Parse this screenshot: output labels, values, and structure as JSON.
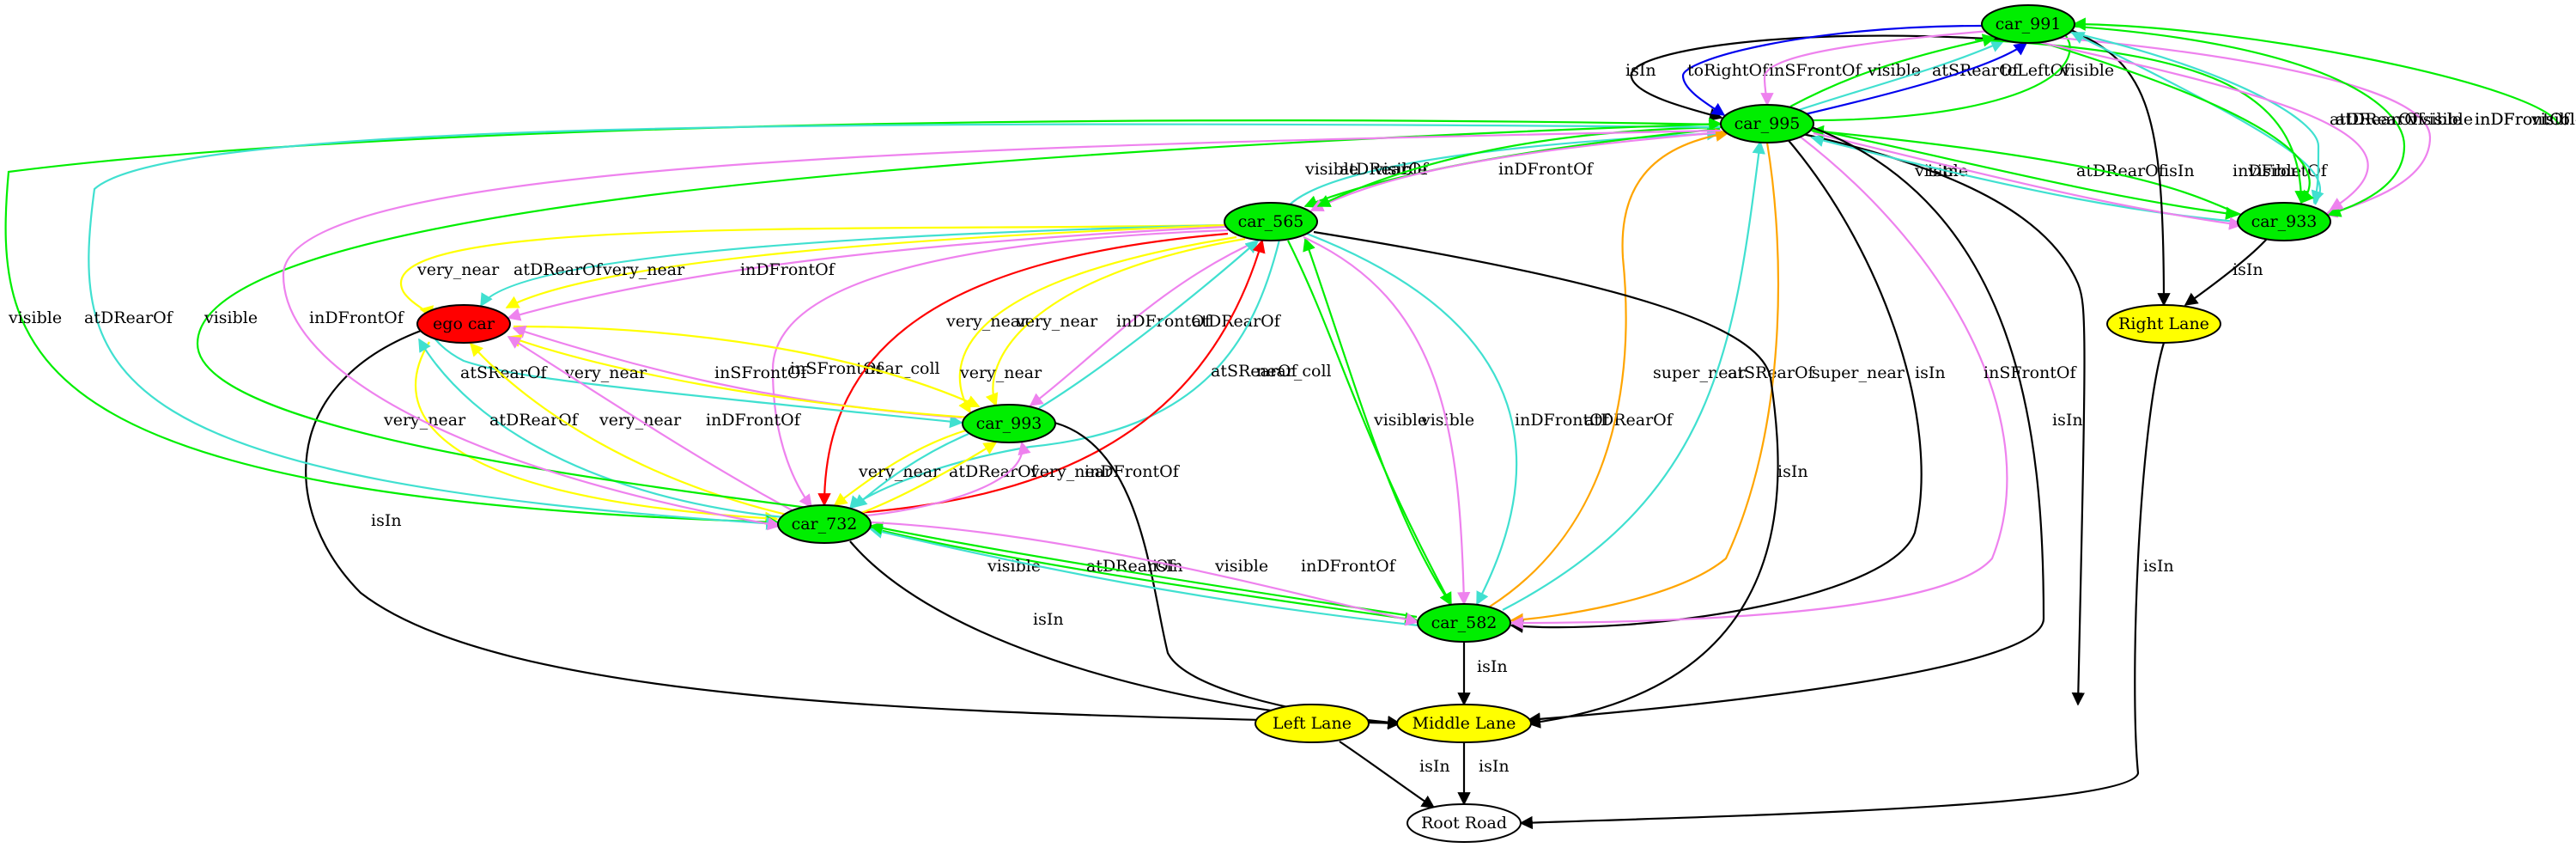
{
  "colors": {
    "green": "#00ee00",
    "red": "#ff0000",
    "yellow": "#ffff00",
    "white": "#ffffff",
    "black": "#000000",
    "blue": "#0000ee",
    "cyan": "#40e0d0",
    "violet": "#ee82ee",
    "gold": "#ffff00",
    "orange": "#ffa500",
    "edge_red": "#ff0000"
  },
  "nodes": [
    {
      "id": "car_991",
      "label": "car_991",
      "fill": "green"
    },
    {
      "id": "car_995",
      "label": "car_995",
      "fill": "green"
    },
    {
      "id": "car_565",
      "label": "car_565",
      "fill": "green"
    },
    {
      "id": "car_933",
      "label": "car_933",
      "fill": "green"
    },
    {
      "id": "ego_car",
      "label": "ego car",
      "fill": "red"
    },
    {
      "id": "right_lane",
      "label": "Right Lane",
      "fill": "yellow"
    },
    {
      "id": "car_993",
      "label": "car_993",
      "fill": "green"
    },
    {
      "id": "car_732",
      "label": "car_732",
      "fill": "green"
    },
    {
      "id": "car_582",
      "label": "car_582",
      "fill": "green"
    },
    {
      "id": "left_lane",
      "label": "Left Lane",
      "fill": "yellow"
    },
    {
      "id": "middle_lane",
      "label": "Middle Lane",
      "fill": "yellow"
    },
    {
      "id": "root_road",
      "label": "Root Road",
      "fill": "white"
    }
  ],
  "edges": [
    {
      "id": "e1",
      "color": "black",
      "label": "isIn"
    },
    {
      "id": "e2",
      "color": "blue",
      "label": "toRightOf"
    },
    {
      "id": "e3",
      "color": "violet",
      "label": "inSFrontOf"
    },
    {
      "id": "e4",
      "color": "green",
      "label": "visible"
    },
    {
      "id": "e5",
      "color": "cyan",
      "label": "atSRearOf"
    },
    {
      "id": "e6",
      "color": "blue",
      "label": "toLeftOf"
    },
    {
      "id": "e7",
      "color": "green",
      "label": "visible"
    },
    {
      "id": "e8",
      "color": "cyan",
      "label": "atDRearOf"
    },
    {
      "id": "e9",
      "color": "green",
      "label": "visible"
    },
    {
      "id": "e10",
      "color": "violet",
      "label": "inDFrontOf"
    },
    {
      "id": "e11",
      "color": "green",
      "label": "visible"
    },
    {
      "id": "e12",
      "color": "black",
      "label": "isIn"
    },
    {
      "id": "e13",
      "color": "green",
      "label": "visible"
    },
    {
      "id": "e14",
      "color": "cyan",
      "label": "atDRearOf"
    },
    {
      "id": "e15",
      "color": "green",
      "label": "visible"
    },
    {
      "id": "e16",
      "color": "violet",
      "label": "inDFrontOf"
    },
    {
      "id": "e17",
      "color": "green",
      "label": "visible"
    },
    {
      "id": "e18",
      "color": "violet",
      "label": "inDFrontOf"
    },
    {
      "id": "e19",
      "color": "black",
      "label": "isIn"
    },
    {
      "id": "e20",
      "color": "green",
      "label": "visible"
    },
    {
      "id": "e21",
      "color": "cyan",
      "label": "atDRearOf"
    },
    {
      "id": "e22",
      "color": "black",
      "label": "isIn"
    },
    {
      "id": "e23",
      "color": "green",
      "label": "visible"
    },
    {
      "id": "e24",
      "color": "cyan",
      "label": "atDRearOf"
    },
    {
      "id": "e25",
      "color": "green",
      "label": "visible"
    },
    {
      "id": "e26",
      "color": "violet",
      "label": "inDFrontOf"
    },
    {
      "id": "e27",
      "color": "gold",
      "label": "very_near"
    },
    {
      "id": "e28",
      "color": "cyan",
      "label": "atDRearOf"
    },
    {
      "id": "e29",
      "color": "gold",
      "label": "very_near"
    },
    {
      "id": "e30",
      "color": "violet",
      "label": "inDFrontOf"
    },
    {
      "id": "e31",
      "color": "violet",
      "label": "inSFrontOf"
    },
    {
      "id": "e32",
      "color": "edge_red",
      "label": "near_coll"
    },
    {
      "id": "e33",
      "color": "gold",
      "label": "very_near"
    },
    {
      "id": "e34",
      "color": "gold",
      "label": "very_near"
    },
    {
      "id": "e35",
      "color": "violet",
      "label": "inDFrontOf"
    },
    {
      "id": "e36",
      "color": "cyan",
      "label": "atDRearOf"
    },
    {
      "id": "e37",
      "color": "cyan",
      "label": "atSRearOf"
    },
    {
      "id": "e38",
      "color": "edge_red",
      "label": "near_coll"
    },
    {
      "id": "e39",
      "color": "green",
      "label": "visible"
    },
    {
      "id": "e40",
      "color": "green",
      "label": "visible"
    },
    {
      "id": "e41",
      "color": "violet",
      "label": "inDFrontOf"
    },
    {
      "id": "e42",
      "color": "cyan",
      "label": "atDRearOf"
    },
    {
      "id": "e43",
      "color": "orange",
      "label": "super_near"
    },
    {
      "id": "e44",
      "color": "cyan",
      "label": "atSRearOf"
    },
    {
      "id": "e45",
      "color": "orange",
      "label": "super_near"
    },
    {
      "id": "e46",
      "color": "black",
      "label": "isIn"
    },
    {
      "id": "e47",
      "color": "violet",
      "label": "inSFrontOf"
    },
    {
      "id": "e48",
      "color": "black",
      "label": "isIn"
    },
    {
      "id": "e49",
      "color": "black",
      "label": "isIn"
    },
    {
      "id": "e50",
      "color": "cyan",
      "label": "atSRearOf"
    },
    {
      "id": "e51",
      "color": "gold",
      "label": "very_near"
    },
    {
      "id": "e52",
      "color": "violet",
      "label": "inSFrontOf"
    },
    {
      "id": "e53",
      "color": "gold",
      "label": "very_near"
    },
    {
      "id": "e54",
      "color": "gold",
      "label": "very_near"
    },
    {
      "id": "e55",
      "color": "cyan",
      "label": "atDRearOf"
    },
    {
      "id": "e56",
      "color": "gold",
      "label": "very_near"
    },
    {
      "id": "e57",
      "color": "violet",
      "label": "inDFrontOf"
    },
    {
      "id": "e58",
      "color": "black",
      "label": "isIn"
    },
    {
      "id": "e59",
      "color": "gold",
      "label": "very_near"
    },
    {
      "id": "e60",
      "color": "cyan",
      "label": "atDRearOf"
    },
    {
      "id": "e61",
      "color": "gold",
      "label": "very_near"
    },
    {
      "id": "e62",
      "color": "violet",
      "label": "inDFrontOf"
    },
    {
      "id": "e63",
      "color": "black",
      "label": "isIn"
    },
    {
      "id": "e64",
      "color": "green",
      "label": "visible"
    },
    {
      "id": "e65",
      "color": "cyan",
      "label": "atDRearOf"
    },
    {
      "id": "e66",
      "color": "black",
      "label": "isIn"
    },
    {
      "id": "e67",
      "color": "green",
      "label": "visible"
    },
    {
      "id": "e68",
      "color": "violet",
      "label": "inDFrontOf"
    },
    {
      "id": "e69",
      "color": "black",
      "label": "isIn"
    },
    {
      "id": "e70",
      "color": "black",
      "label": "isIn"
    },
    {
      "id": "e71",
      "color": "black",
      "label": "isIn"
    },
    {
      "id": "e72",
      "color": "black",
      "label": "isIn"
    },
    {
      "id": "e73",
      "color": "green",
      "label": "visible"
    },
    {
      "id": "e74",
      "color": "cyan",
      "label": "atDRearOf"
    },
    {
      "id": "e75",
      "color": "green",
      "label": "visible"
    },
    {
      "id": "e76",
      "color": "violet",
      "label": "inDFrontOf"
    }
  ]
}
